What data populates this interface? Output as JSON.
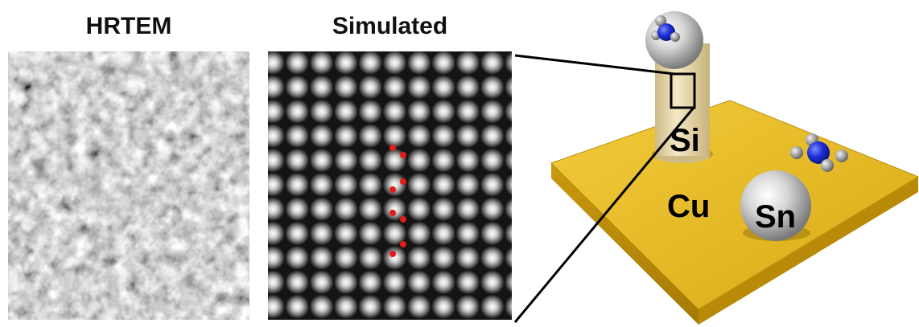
{
  "figure": {
    "left_panel_title": "HRTEM",
    "middle_panel_title": "Simulated",
    "labels": {
      "pillar": "Si",
      "substrate": "Cu",
      "particle": "Sn"
    }
  },
  "colors": {
    "substrate": "#e0b020",
    "pillar": "#e8d9ad",
    "nitrogen": "#1d2fd6",
    "marker_dots": "#e31b1b"
  }
}
